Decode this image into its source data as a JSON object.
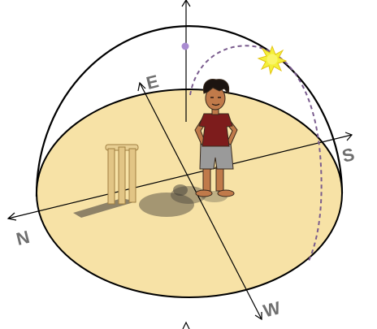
{
  "compass": {
    "north": "N",
    "south": "S",
    "east": "E",
    "west": "W"
  },
  "colors": {
    "ground": "#f7e2a6",
    "sky_outline": "#000000",
    "sun_path": "#7a5c8e",
    "zenith_dot": "#a98bd1",
    "sun": "#f4f03a",
    "label": "#6f6f6f",
    "shirt": "#7d1c1c",
    "skin": "#c07a4a",
    "shorts": "#9a9a9a",
    "stumps": "#e2c585"
  }
}
